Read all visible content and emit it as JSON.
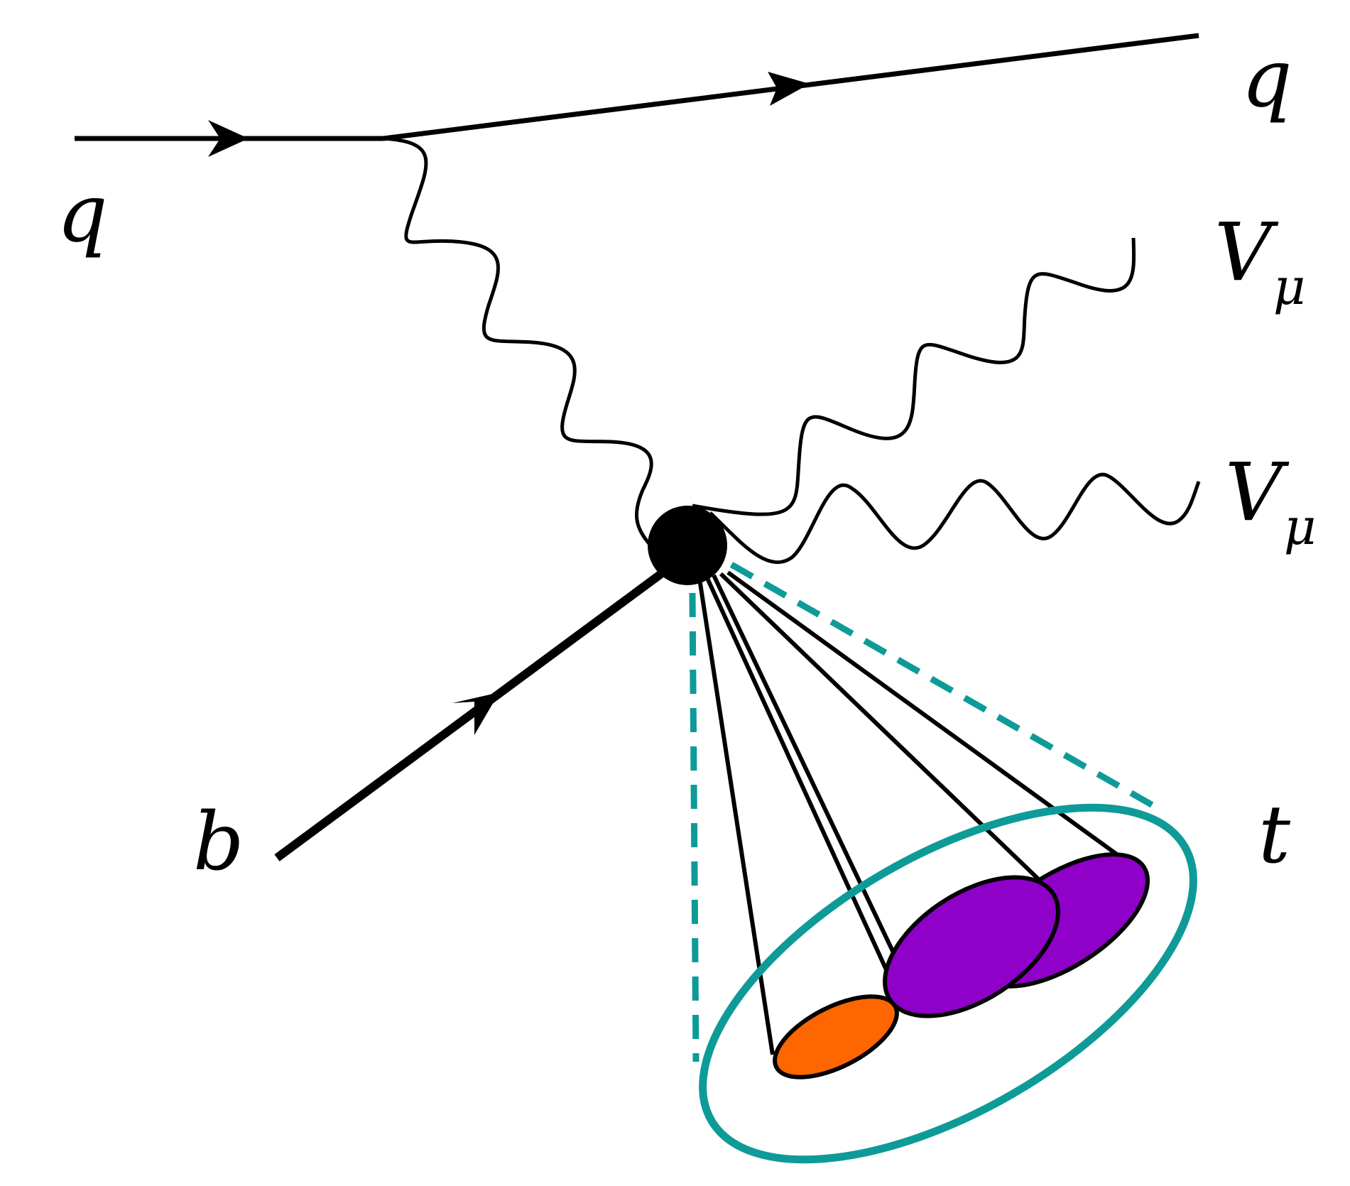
{
  "labels": {
    "q_in": "q",
    "q_out": "q",
    "v_upper": {
      "main": "V",
      "sub": "μ"
    },
    "v_lower": {
      "main": "V",
      "sub": "μ"
    },
    "b": "b",
    "t": "t"
  },
  "colors": {
    "line": "#000000",
    "vertex": "#000000",
    "fat_jet": "#0e9b98",
    "subjet_orange": "#ff6600",
    "subjet_purple": "#8f00c9"
  }
}
